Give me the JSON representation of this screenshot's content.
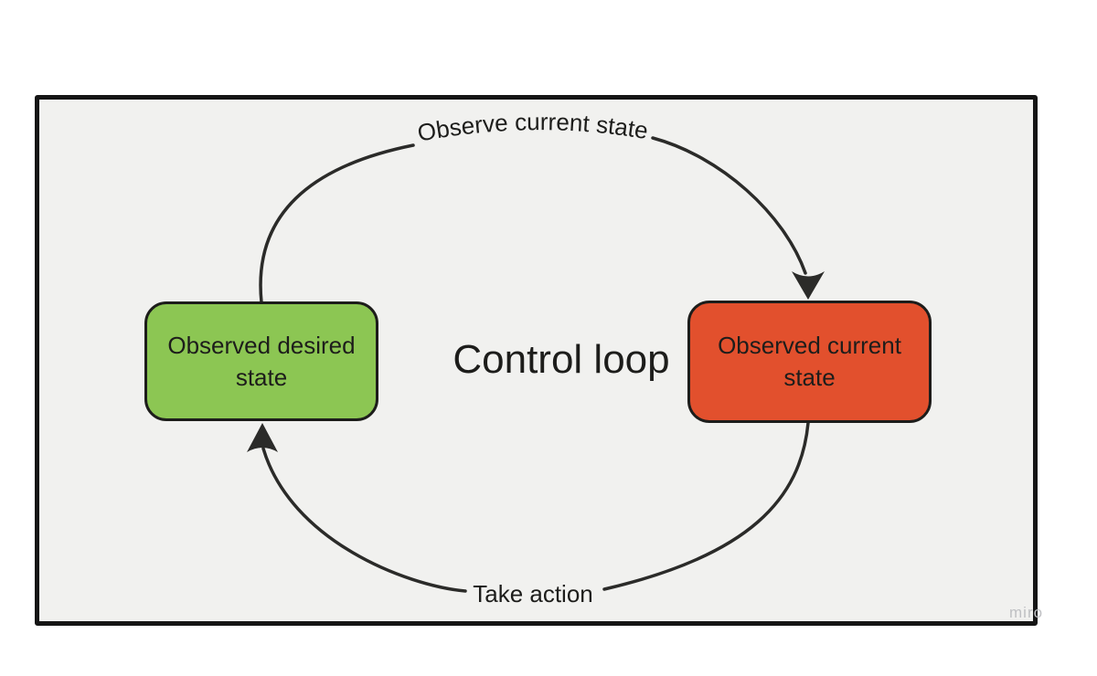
{
  "canvas": {
    "background": "#ffffff",
    "frame": {
      "fill": "#f1f1ef",
      "border_color": "#151515"
    }
  },
  "diagram": {
    "title": "Control loop",
    "text_color": "#1d1d1b",
    "edge_color": "#2b2b29",
    "nodes": [
      {
        "id": "observed-desired-state",
        "label": "Observed desired state",
        "fill": "#8cc653",
        "border_color": "#1d1d1b"
      },
      {
        "id": "observed-current-state",
        "label": "Observed current state",
        "fill": "#e2502d",
        "border_color": "#1d1d1b"
      }
    ],
    "edges": [
      {
        "from": "observed-desired-state",
        "to": "observed-current-state",
        "label": "Observe current state",
        "direction": "clockwise-top"
      },
      {
        "from": "observed-current-state",
        "to": "observed-desired-state",
        "label": "Take action",
        "direction": "clockwise-bottom"
      }
    ]
  },
  "watermark": {
    "label": "miro",
    "color": "#bfc0c3"
  }
}
